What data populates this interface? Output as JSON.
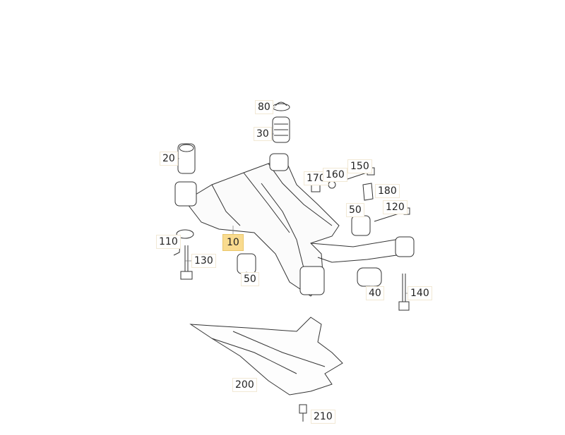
{
  "diagram": {
    "highlight_color": "#f9db8f",
    "callouts": [
      {
        "id": "c80",
        "label": "80"
      },
      {
        "id": "c30",
        "label": "30"
      },
      {
        "id": "c20",
        "label": "20"
      },
      {
        "id": "c170",
        "label": "170"
      },
      {
        "id": "c160",
        "label": "160"
      },
      {
        "id": "c150",
        "label": "150"
      },
      {
        "id": "c180",
        "label": "180"
      },
      {
        "id": "c50a",
        "label": "50"
      },
      {
        "id": "c120",
        "label": "120"
      },
      {
        "id": "c110",
        "label": "110"
      },
      {
        "id": "c10",
        "label": "10",
        "highlighted": true
      },
      {
        "id": "c130",
        "label": "130"
      },
      {
        "id": "c50b",
        "label": "50"
      },
      {
        "id": "c40",
        "label": "40"
      },
      {
        "id": "c140",
        "label": "140"
      },
      {
        "id": "c200",
        "label": "200"
      },
      {
        "id": "c210",
        "label": "210"
      }
    ]
  }
}
